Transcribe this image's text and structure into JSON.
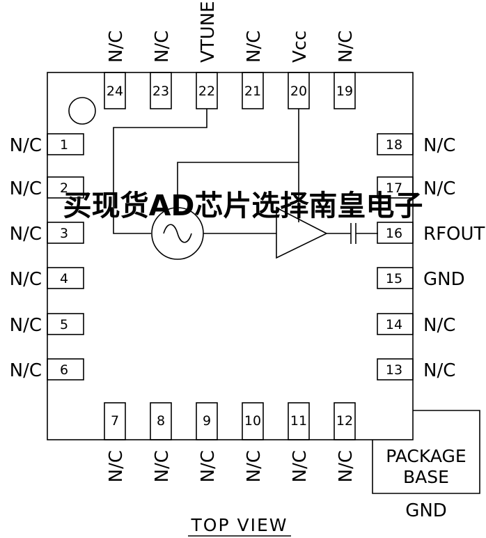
{
  "pins": {
    "p1": {
      "num": "1",
      "label": "N/C"
    },
    "p2": {
      "num": "2",
      "label": "N/C"
    },
    "p3": {
      "num": "3",
      "label": "N/C"
    },
    "p4": {
      "num": "4",
      "label": "N/C"
    },
    "p5": {
      "num": "5",
      "label": "N/C"
    },
    "p6": {
      "num": "6",
      "label": "N/C"
    },
    "p7": {
      "num": "7",
      "label": "N/C"
    },
    "p8": {
      "num": "8",
      "label": "N/C"
    },
    "p9": {
      "num": "9",
      "label": "N/C"
    },
    "p10": {
      "num": "10",
      "label": "N/C"
    },
    "p11": {
      "num": "11",
      "label": "N/C"
    },
    "p12": {
      "num": "12",
      "label": "N/C"
    },
    "p13": {
      "num": "13",
      "label": "N/C"
    },
    "p14": {
      "num": "14",
      "label": "N/C"
    },
    "p15": {
      "num": "15",
      "label": "GND"
    },
    "p16": {
      "num": "16",
      "label": "RFOUT"
    },
    "p17": {
      "num": "17",
      "label": "N/C"
    },
    "p18": {
      "num": "18",
      "label": "N/C"
    },
    "p19": {
      "num": "19",
      "label": "N/C"
    },
    "p20": {
      "num": "20",
      "label": "Vcc"
    },
    "p21": {
      "num": "21",
      "label": "N/C"
    },
    "p22": {
      "num": "22",
      "label": "VTUNE"
    },
    "p23": {
      "num": "23",
      "label": "N/C"
    },
    "p24": {
      "num": "24",
      "label": "N/C"
    }
  },
  "package_base": {
    "line1": "PACKAGE",
    "line2": "BASE",
    "ground": "GND"
  },
  "view_title": "TOP VIEW",
  "watermark": "买现货AD芯片选择南皇电子"
}
